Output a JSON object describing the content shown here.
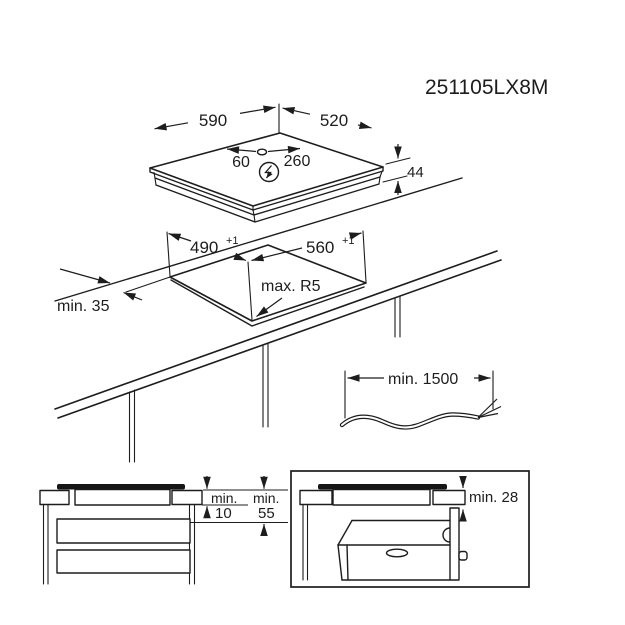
{
  "model": "251105LX8M",
  "colors": {
    "line": "#1d1d1d",
    "background": "#ffffff",
    "glass_fill": "#161616"
  },
  "hob": {
    "width": "590",
    "depth": "520",
    "offset_left": "60",
    "offset_right": "260",
    "height": "44",
    "connection_icon": "lightning-bolt-circle-icon"
  },
  "cutout": {
    "depth": "490",
    "depth_tol": "+1",
    "width": "560",
    "width_tol": "+1",
    "rear_clearance": "min. 35",
    "corner_radius": "max. R5"
  },
  "cable": {
    "length": "min. 1500"
  },
  "cabinet": {
    "gap1_label": "min.",
    "gap1_value": "10",
    "gap2_label": "min.",
    "gap2_value": "55"
  },
  "oven": {
    "clearance": "min. 28"
  }
}
